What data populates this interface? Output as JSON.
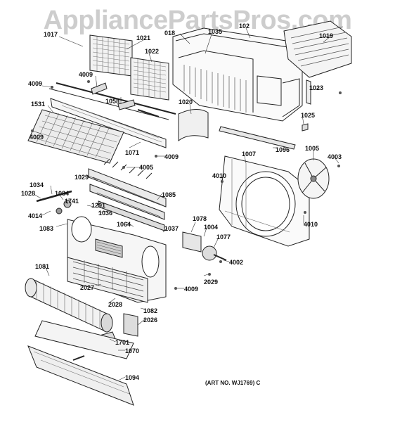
{
  "watermark": "AppliancePartsPros.com",
  "art_number": "(ART NO. WJ1769) C",
  "labels": {
    "p1017": "1017",
    "p1021": "1021",
    "p018": "018",
    "p1035": "1035",
    "p102": "102",
    "p1019": "1019",
    "p1022": "1022",
    "p4009a": "4009",
    "p4009b": "4009",
    "p1058": "1058",
    "p1023": "1023",
    "p1531": "1531",
    "p1020": "1020",
    "p1025": "1025",
    "p4009c": "4009",
    "p1071": "1071",
    "p4009d": "4009",
    "p1096": "1096",
    "p1005": "1005",
    "p1007": "1007",
    "p4003": "4003",
    "p4005": "4005",
    "p1029": "1029",
    "p4010a": "4010",
    "p1034": "1034",
    "p1028": "1028",
    "p1084": "1084",
    "p1085": "1085",
    "p1741": "1741",
    "p1291": "1291",
    "p4014": "4014",
    "p1036": "1036",
    "p1078": "1078",
    "p1064": "1064",
    "p1004": "1004",
    "p4010b": "4010",
    "p1083": "1083",
    "p1037": "1037",
    "p1077": "1077",
    "p4002": "4002",
    "p1081": "1081",
    "p2029": "2029",
    "p2027": "2027",
    "p4009e": "4009",
    "p2028": "2028",
    "p1082": "1082",
    "p2026": "2026",
    "p1701": "1701",
    "p1070": "1070",
    "p1094": "1094"
  }
}
